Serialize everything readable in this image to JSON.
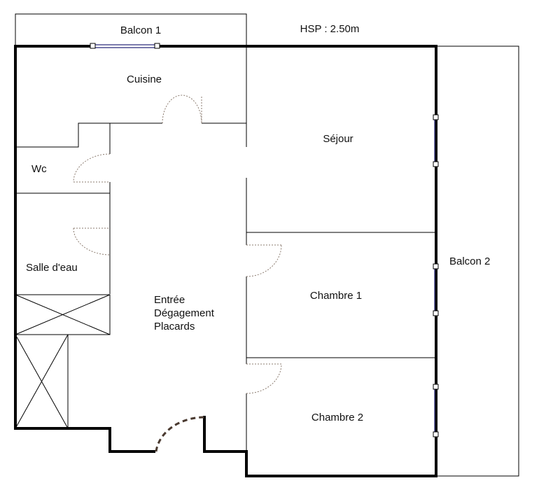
{
  "labels": {
    "balcon1": "Balcon 1",
    "hsp": "HSP : 2.50m",
    "cuisine": "Cuisine",
    "sejour": "Séjour",
    "wc": "Wc",
    "salle_eau": "Salle d'eau",
    "balcon2": "Balcon 2",
    "entree_line1": "Entrée",
    "entree_line2": "Dégagement",
    "entree_line3": "Placards",
    "chambre1": "Chambre 1",
    "chambre2": "Chambre 2"
  },
  "colors": {
    "wall": "#000000",
    "door_arc": "#8b7b6f",
    "entry_door": "#4a3a30",
    "window": "#2a2a7a"
  }
}
